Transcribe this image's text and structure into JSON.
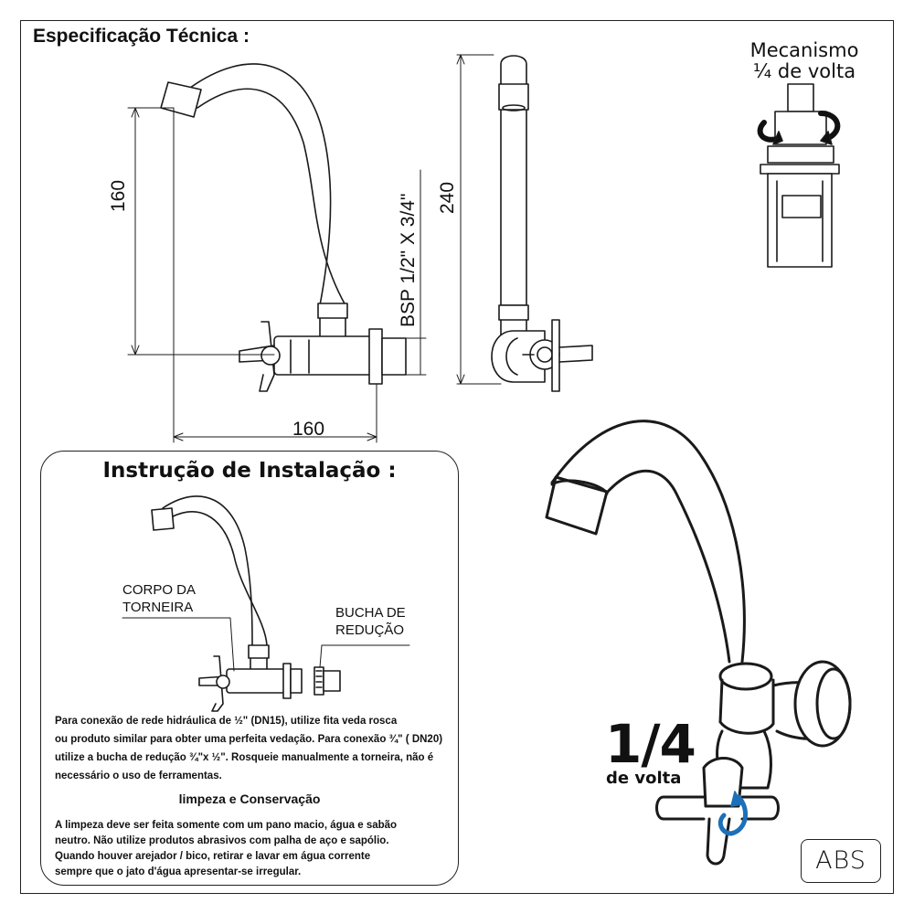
{
  "technical": {
    "title": "Especificação Técnica :",
    "dim_height_left": "160",
    "dim_width_bottom": "160",
    "dim_height_side": "240",
    "thread_spec": "BSP 1/2\" X 3/4\"",
    "mechanism_line1": "Mecanismo",
    "mechanism_line2": "¼ de volta"
  },
  "installation": {
    "title": "Instrução de Instalação :",
    "label_body_line1": "CORPO DA",
    "label_body_line2": "TORNEIRA",
    "label_bushing_line1": "BUCHA DE",
    "label_bushing_line2": "REDUÇÃO",
    "paragraph_lines": [
      "Para conexão de rede hidráulica de ½\" (DN15), utilize fita veda rosca",
      "ou produto similar para obter uma perfeita vedação. Para conexão ¾\" ( DN20)",
      "utilize a bucha de redução ¾\"x ½\".  Rosqueie manualmente a torneira, não é",
      "necessário o uso de ferramentas."
    ],
    "cleaning_title": "limpeza e Conservação",
    "cleaning_lines": [
      "A limpeza deve ser feita somente com um pano macio, água e sabão",
      "neutro. Não utilize produtos  abrasivos com palha de aço e sapólio.",
      "Quando houver arejador / bico, retirar e lavar em água corrente",
      "sempre que o jato d'água apresentar-se irregular."
    ]
  },
  "product": {
    "turn_big": "1/4",
    "turn_small": "de volta",
    "material_badge": "ABS"
  },
  "icons": [
    "rotation-arrow-icon",
    "water-drop-icon"
  ]
}
